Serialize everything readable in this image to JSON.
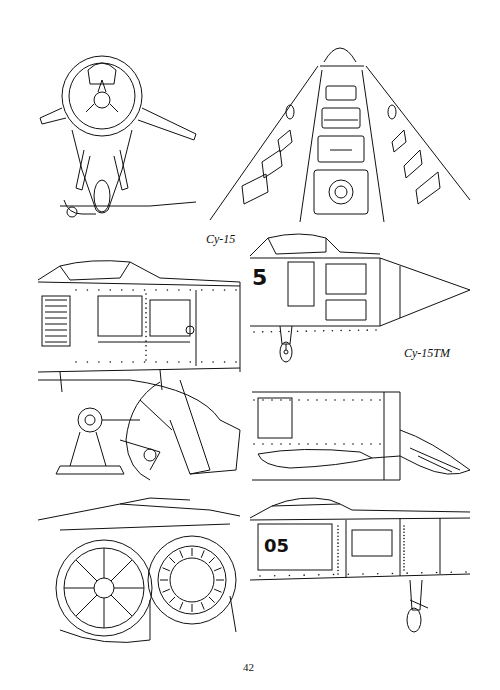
{
  "diagram": {
    "labels": [
      "Су-15",
      "Су-15ТМ",
      "5",
      "05",
      "42"
    ]
  }
}
